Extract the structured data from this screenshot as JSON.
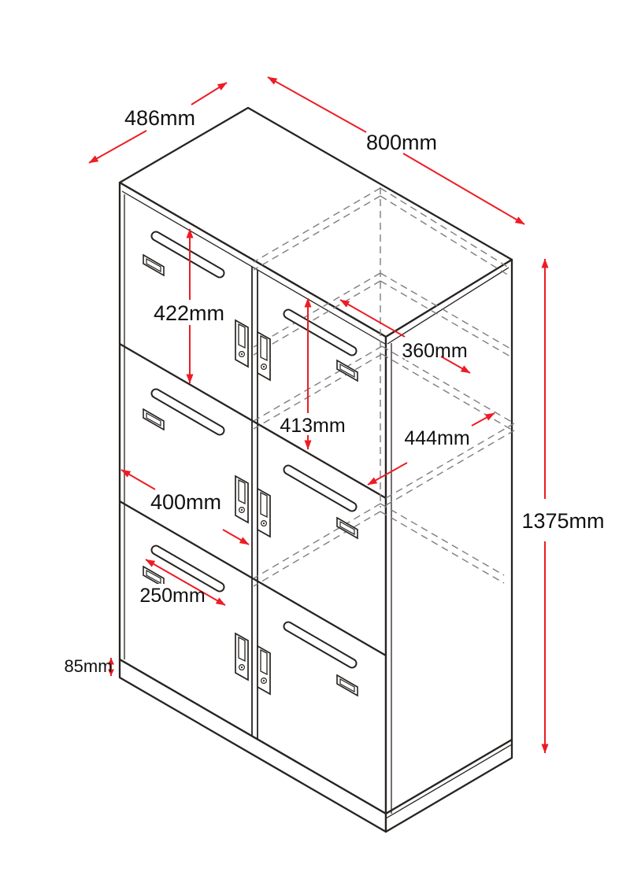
{
  "drawing": {
    "subject": "six-door locker cabinet isometric dimension drawing",
    "unit": "mm",
    "colors": {
      "outline": "#262321",
      "hidden_line": "#7e7e7e",
      "dimension_accent": "#ed1c24",
      "label_text": "#111111",
      "background": "#ffffff"
    },
    "dimensions": {
      "depth": "486mm",
      "width": "800mm",
      "top_door_height": "422mm",
      "inner_width": "360mm",
      "inner_height": "413mm",
      "inner_depth": "444mm",
      "door_width": "400mm",
      "handle_slot_length": "250mm",
      "plinth_height": "85mm",
      "overall_height": "1375mm"
    }
  }
}
